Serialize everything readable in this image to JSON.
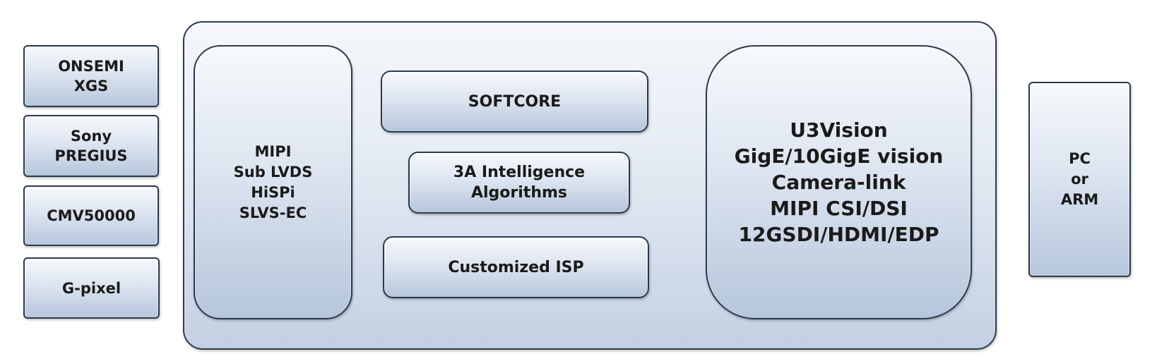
{
  "sensors": [
    {
      "lines": [
        "ONSEMI",
        "XGS"
      ]
    },
    {
      "lines": [
        "Sony",
        "PREGIUS"
      ]
    },
    {
      "lines": [
        "CMV50000"
      ]
    },
    {
      "lines": [
        "G-pixel"
      ]
    }
  ],
  "interface_in": {
    "lines": [
      "MIPI",
      "Sub LVDS",
      "HiSPi",
      "SLVS-EC"
    ]
  },
  "softcore": {
    "label": "SOFTCORE"
  },
  "algorithms": {
    "lines": [
      "3A Intelligence",
      "Algorithms"
    ]
  },
  "isp": {
    "label": "Customized ISP"
  },
  "interface_out": {
    "lines": [
      "U3Vision",
      "GigE/10GigE vision",
      "Camera-link",
      "MIPI CSI/DSI",
      "12GSDI/HDMI/EDP"
    ]
  },
  "host": {
    "lines": [
      "PC",
      "or",
      "ARM"
    ]
  }
}
